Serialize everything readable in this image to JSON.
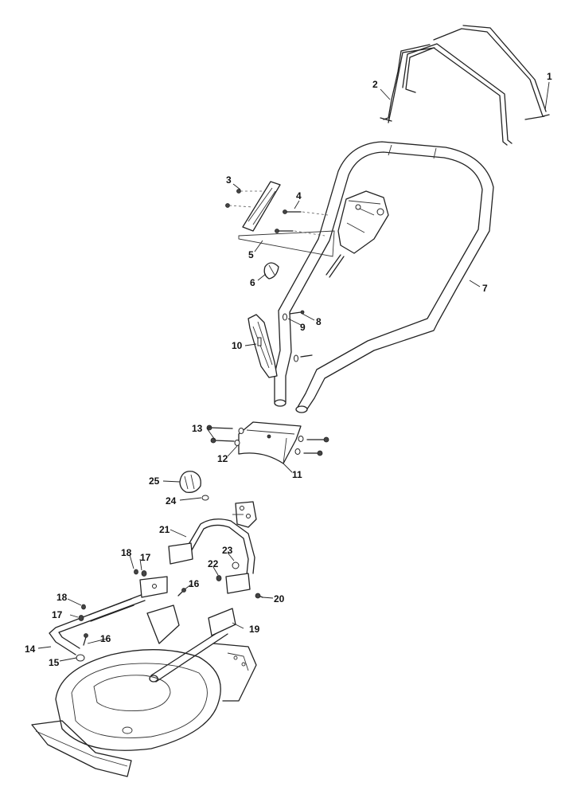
{
  "callouts": [
    {
      "id": "1",
      "text": "1"
    },
    {
      "id": "2",
      "text": "2"
    },
    {
      "id": "3",
      "text": "3"
    },
    {
      "id": "4",
      "text": "4"
    },
    {
      "id": "5",
      "text": "5"
    },
    {
      "id": "6",
      "text": "6"
    },
    {
      "id": "7",
      "text": "7"
    },
    {
      "id": "8",
      "text": "8"
    },
    {
      "id": "9",
      "text": "9"
    },
    {
      "id": "10",
      "text": "10"
    },
    {
      "id": "11",
      "text": "11"
    },
    {
      "id": "12",
      "text": "12"
    },
    {
      "id": "13",
      "text": "13"
    },
    {
      "id": "14",
      "text": "14"
    },
    {
      "id": "15",
      "text": "15"
    },
    {
      "id": "16a",
      "text": "16"
    },
    {
      "id": "16b",
      "text": "16"
    },
    {
      "id": "17a",
      "text": "17"
    },
    {
      "id": "17b",
      "text": "17"
    },
    {
      "id": "18a",
      "text": "18"
    },
    {
      "id": "18b",
      "text": "18"
    },
    {
      "id": "19",
      "text": "19"
    },
    {
      "id": "20",
      "text": "20"
    },
    {
      "id": "21",
      "text": "21"
    },
    {
      "id": "22",
      "text": "22"
    },
    {
      "id": "23",
      "text": "23"
    },
    {
      "id": "24",
      "text": "24"
    },
    {
      "id": "25",
      "text": "25"
    }
  ]
}
